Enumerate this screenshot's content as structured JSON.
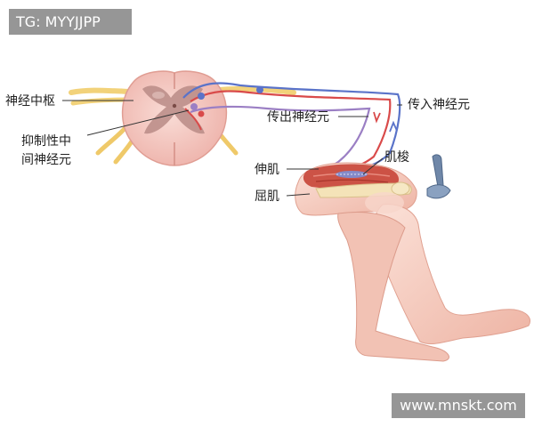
{
  "watermarks": {
    "top_left": "TG: MYYJJPP",
    "bottom_right": "www.mnskt.com"
  },
  "labels": {
    "central": "神经中枢",
    "inhibitory_line1": "抑制性中",
    "inhibitory_line2": "间神经元",
    "efferent": "传出神经元",
    "afferent": "传入神经元",
    "extensor": "伸肌",
    "spindle": "肌梭",
    "flexor": "屈肌"
  },
  "colors": {
    "nerve_yellow": "#f2d27a",
    "spinal_pink": "#f3c3bd",
    "gray_matter": "#b98b86",
    "efferent_red": "#d94a4a",
    "afferent_blue": "#5a73c9",
    "inter_purple": "#9b7fc4",
    "skin": "#f6cfc3",
    "muscle": "#c8483b",
    "hammer_blue": "#6f87a8"
  },
  "icons": [
    "reflex-hammer-icon"
  ]
}
